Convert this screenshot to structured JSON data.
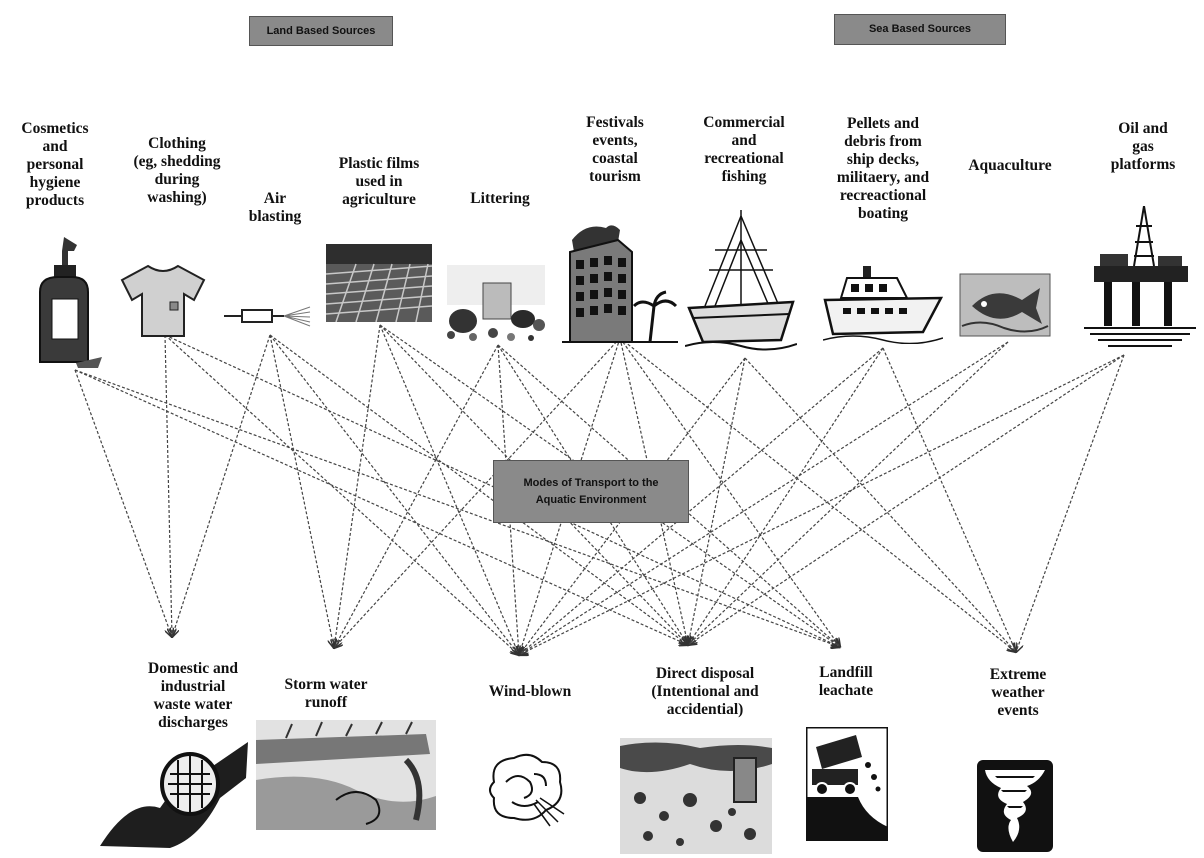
{
  "headers": {
    "land": "Land Based Sources",
    "sea": "Sea Based Sources",
    "center": "Modes of Transport to the\nAquatic Environment"
  },
  "sources": [
    {
      "id": "cosmetics",
      "label": "Cosmetics\nand\npersonal\nhygiene\nproducts"
    },
    {
      "id": "clothing",
      "label": "Clothing\n(eg, shedding\nduring\nwashing)"
    },
    {
      "id": "air-blasting",
      "label": "Air\nblasting"
    },
    {
      "id": "plastic-films",
      "label": "Plastic films\nused in\nagriculture"
    },
    {
      "id": "littering",
      "label": "Littering"
    },
    {
      "id": "festivals",
      "label": "Festivals\nevents,\ncoastal\ntourism"
    },
    {
      "id": "fishing",
      "label": "Commercial\nand\nrecreational\nfishing"
    },
    {
      "id": "pellets",
      "label": "Pellets and\ndebris from\nship decks,\nmilitaery, and\nrecreactional\nboating"
    },
    {
      "id": "aquaculture",
      "label": "Aquaculture"
    },
    {
      "id": "oil-gas",
      "label": "Oil and\ngas\nplatforms"
    }
  ],
  "targets": [
    {
      "id": "wastewater",
      "label": "Domestic and\nindustrial\nwaste water\ndischarges"
    },
    {
      "id": "stormwater",
      "label": "Storm water\nrunoff"
    },
    {
      "id": "wind-blown",
      "label": "Wind-blown"
    },
    {
      "id": "direct-disposal",
      "label": "Direct disposal\n(Intentional and\naccidential)"
    },
    {
      "id": "landfill",
      "label": "Landfill\nleachate"
    },
    {
      "id": "extreme-weather",
      "label": "Extreme\nweather\nevents"
    }
  ],
  "icons": {
    "cosmetics": "lotion-bottle-icon",
    "clothing": "t-shirt-icon",
    "air-blasting": "air-gun-icon",
    "plastic-films": "plastic-covered-field-icon",
    "littering": "litter-pile-icon",
    "festivals": "hotel-building-icon",
    "fishing": "fishing-ship-icon",
    "pellets": "motor-yacht-icon",
    "aquaculture": "fish-icon",
    "oil-gas": "oil-rig-icon",
    "wastewater": "drain-pipe-icon",
    "stormwater": "runoff-landscape-icon",
    "wind-blown": "wind-swirl-icon",
    "direct-disposal": "beach-debris-icon",
    "landfill": "dump-truck-icon",
    "extreme-weather": "tornado-icon"
  },
  "connections": [
    [
      "cosmetics",
      "wastewater"
    ],
    [
      "cosmetics",
      "landfill"
    ],
    [
      "cosmetics",
      "direct-disposal"
    ],
    [
      "clothing",
      "wastewater"
    ],
    [
      "clothing",
      "landfill"
    ],
    [
      "clothing",
      "wind-blown"
    ],
    [
      "air-blasting",
      "wastewater"
    ],
    [
      "air-blasting",
      "stormwater"
    ],
    [
      "air-blasting",
      "wind-blown"
    ],
    [
      "air-blasting",
      "direct-disposal"
    ],
    [
      "plastic-films",
      "stormwater"
    ],
    [
      "plastic-films",
      "wind-blown"
    ],
    [
      "plastic-films",
      "direct-disposal"
    ],
    [
      "plastic-films",
      "landfill"
    ],
    [
      "littering",
      "stormwater"
    ],
    [
      "littering",
      "wind-blown"
    ],
    [
      "littering",
      "direct-disposal"
    ],
    [
      "littering",
      "landfill"
    ],
    [
      "festivals",
      "stormwater"
    ],
    [
      "festivals",
      "wind-blown"
    ],
    [
      "festivals",
      "direct-disposal"
    ],
    [
      "festivals",
      "landfill"
    ],
    [
      "festivals",
      "extreme-weather"
    ],
    [
      "fishing",
      "wind-blown"
    ],
    [
      "fishing",
      "direct-disposal"
    ],
    [
      "fishing",
      "extreme-weather"
    ],
    [
      "pellets",
      "wind-blown"
    ],
    [
      "pellets",
      "direct-disposal"
    ],
    [
      "pellets",
      "extreme-weather"
    ],
    [
      "aquaculture",
      "wind-blown"
    ],
    [
      "aquaculture",
      "direct-disposal"
    ],
    [
      "oil-gas",
      "wind-blown"
    ],
    [
      "oil-gas",
      "direct-disposal"
    ],
    [
      "oil-gas",
      "extreme-weather"
    ]
  ]
}
